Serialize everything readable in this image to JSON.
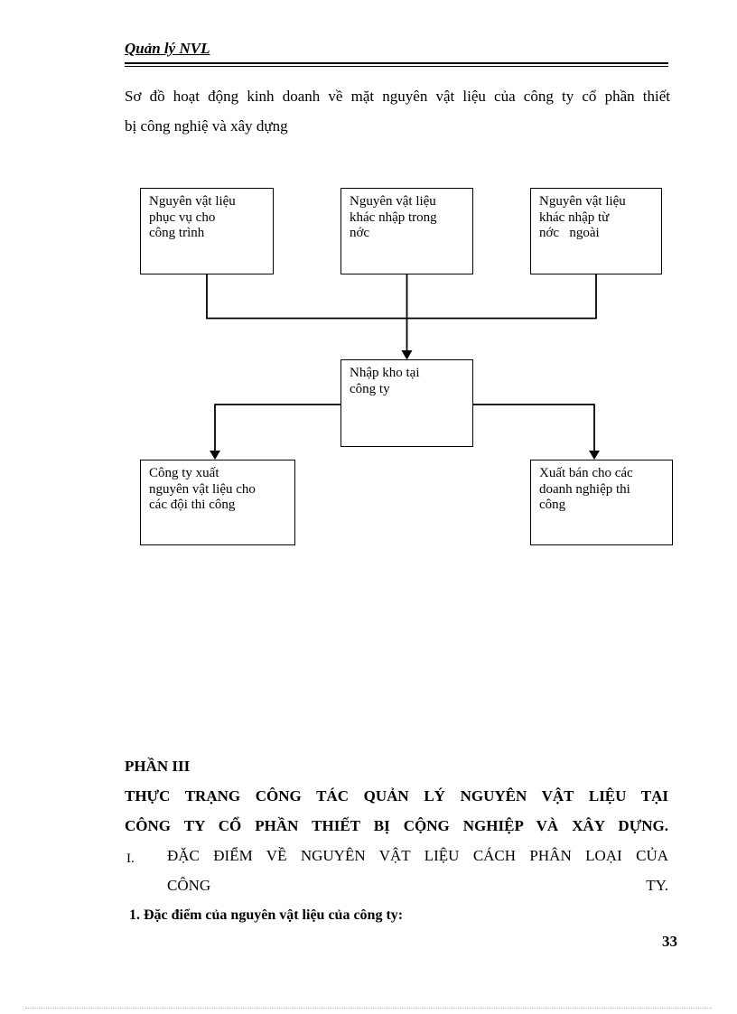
{
  "header": {
    "title": "Quản lý NVL"
  },
  "intro": {
    "line1": "Sơ đồ hoạt động kinh doanh về mặt nguyên vật liệu  của công ty cổ phần thiết",
    "line2": "bị công nghiệ và xây dựng"
  },
  "diagram": {
    "boxes": {
      "top_left": {
        "lines": [
          "Nguyên vật liệu",
          "phục vụ cho",
          "công trình"
        ]
      },
      "top_center": {
        "lines": [
          "Nguyên vật liệu",
          "khác nhập trong",
          "nớc"
        ]
      },
      "top_right": {
        "lines": [
          "Nguyên vật liệu",
          "khác nhập từ",
          "nớc   ngoài"
        ]
      },
      "middle": {
        "lines": [
          "Nhập kho tại",
          "công ty"
        ]
      },
      "bottom_left": {
        "lines": [
          "Công ty xuất",
          "nguyên vật liệu cho",
          "các đội thi công"
        ]
      },
      "bottom_right": {
        "lines": [
          "Xuất bán cho các",
          "doanh nghiệp thi",
          "công"
        ]
      }
    }
  },
  "section": {
    "part_label": "PHẦN III",
    "title_line1": "THỰC TRẠNG CÔNG TÁC QUẢN LÝ NGUYÊN VẬT LIỆU TẠI",
    "title_line2": "CÔNG TY CỔ PHẦN THIẾT BỊ CỘNG NGHIỆP VÀ XÂY DỰNG.",
    "item_marker": "I.",
    "item_line1": "ĐẶC ĐIỂM VỀ NGUYÊN VẬT LIỆU CÁCH PHÂN LOẠI CỦA",
    "item_line2_left": "CÔNG",
    "item_line2_right": "TY.",
    "sub_heading": "1. Đặc điểm của nguyên vật liệu của công ty:"
  },
  "footer": {
    "page_number": "33"
  }
}
